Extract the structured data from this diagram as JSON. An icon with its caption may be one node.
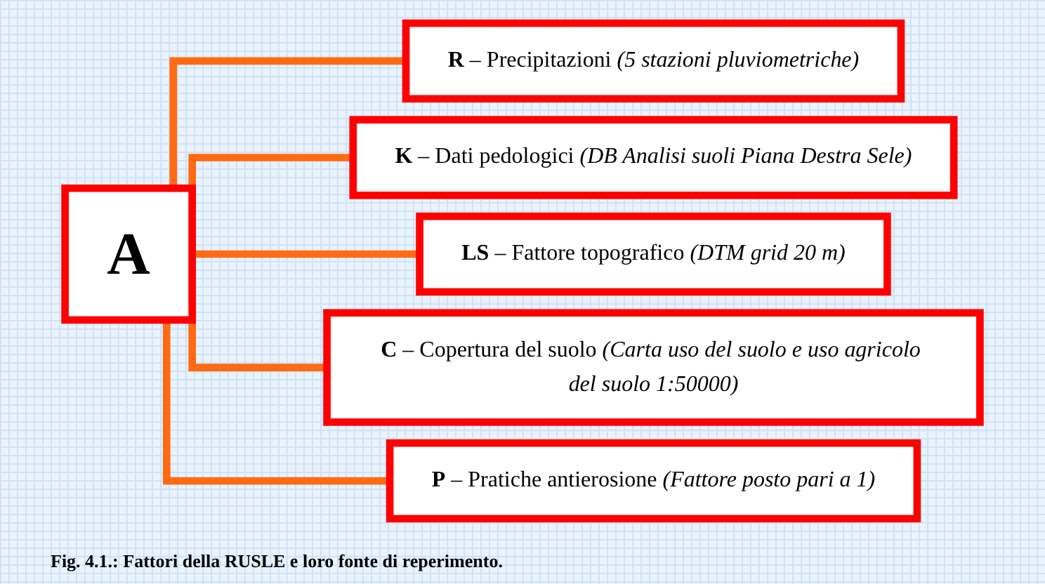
{
  "diagram": {
    "caption": "Fig. 4.1.: Fattori della RUSLE e loro fonte di reperimento.",
    "nodes": [
      {
        "text": [
          "A"
        ]
      },
      {
        "text": [
          "**R** – Precipitazioni *(5 stazioni pluviometriche)*"
        ]
      },
      {
        "text": [
          "**K** – Dati pedologici *(DB Analisi suoli Piana Destra Sele)*"
        ]
      },
      {
        "text": [
          "**LS** – Fattore topografico *(DTM grid 20 m)*"
        ]
      },
      {
        "text": [
          "**C** – Copertura del suolo *(Carta uso del suolo e uso agricolo del suolo 1:50000)*"
        ]
      },
      {
        "text": [
          "**P** – Pratiche antierosione *(Fattore posto pari a 1)*"
        ]
      }
    ],
    "edges": [
      {
        "from": 0,
        "to": 1,
        "arrow": "none"
      },
      {
        "from": 0,
        "to": 2,
        "arrow": "none"
      },
      {
        "from": 0,
        "to": 3,
        "arrow": "none"
      },
      {
        "from": 0,
        "to": 4,
        "arrow": "none"
      },
      {
        "from": 0,
        "to": 5,
        "arrow": "none"
      }
    ]
  }
}
